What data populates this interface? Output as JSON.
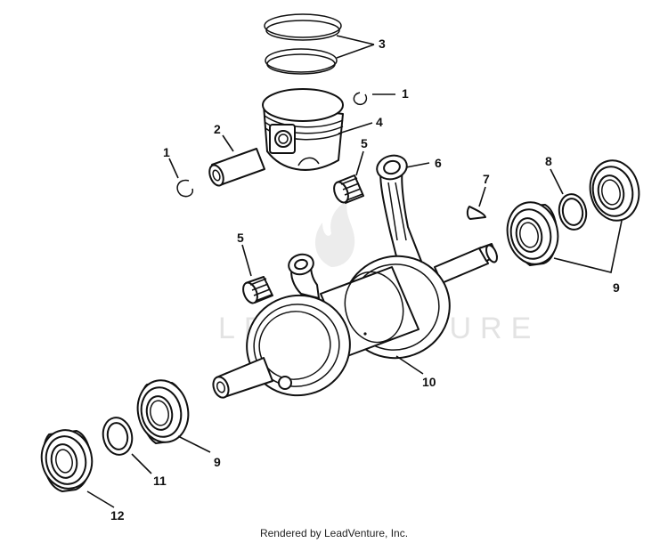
{
  "diagram": {
    "parts": [
      {
        "id": "piston-rings",
        "callout": "3"
      },
      {
        "id": "circlip-right",
        "callout": "1"
      },
      {
        "id": "piston",
        "callout": "4"
      },
      {
        "id": "piston-pin",
        "callout": "2"
      },
      {
        "id": "circlip-left",
        "callout": "1"
      },
      {
        "id": "needle-bearing-upper",
        "callout": "5"
      },
      {
        "id": "connecting-rod",
        "callout": "6"
      },
      {
        "id": "woodruff-key",
        "callout": "7"
      },
      {
        "id": "shim-ring-upper",
        "callout": "8"
      },
      {
        "id": "main-bearings-right",
        "callout": "9"
      },
      {
        "id": "needle-bearing-lower",
        "callout": "5"
      },
      {
        "id": "crankshaft",
        "callout": "10"
      },
      {
        "id": "main-bearing-left",
        "callout": "9"
      },
      {
        "id": "shim-ring-lower",
        "callout": "11"
      },
      {
        "id": "oil-seal",
        "callout": "12"
      }
    ],
    "watermark": "LEADVENTURE"
  },
  "footer": {
    "credit": "Rendered by LeadVenture, Inc."
  }
}
